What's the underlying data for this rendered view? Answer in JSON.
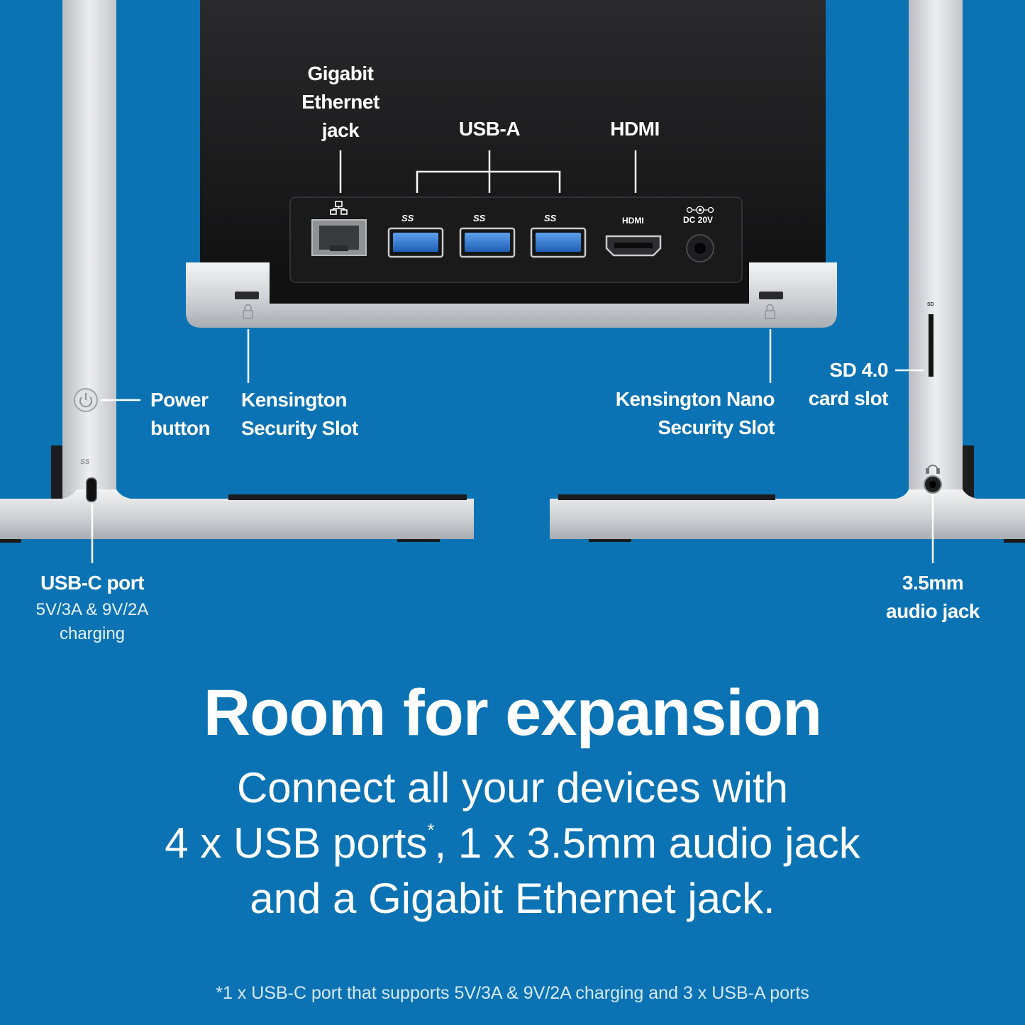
{
  "colors": {
    "background": "#0b73b3",
    "text": "#ffffff",
    "dock_dark": "#1c1c1e",
    "silver": "#d9dcdf",
    "usb_blue": "#2f74c8"
  },
  "labels": {
    "ethernet": [
      "Gigabit",
      "Ethernet",
      "jack"
    ],
    "usb_a": "USB-A",
    "hdmi": "HDMI",
    "power": [
      "Power",
      "button"
    ],
    "kensington": [
      "Kensington",
      "Security Slot"
    ],
    "kensington_nano": [
      "Kensington Nano",
      "Security Slot"
    ],
    "sd": [
      "SD 4.0",
      "card slot"
    ],
    "usb_c": "USB-C port",
    "usb_c_sub": [
      "5V/3A & 9V/2A",
      "charging"
    ],
    "audio": [
      "3.5mm",
      "audio jack"
    ]
  },
  "port_marks": {
    "usb_ss": "SS",
    "hdmi": "HDMI",
    "dc": "DC 20V",
    "sd": "SD"
  },
  "headline": "Room for expansion",
  "body": {
    "line1": "Connect all your devices with",
    "line2_a": "4 x USB ports",
    "line2_sup": "*",
    "line2_b": ", 1 x 3.5mm audio jack",
    "line3": "and a Gigabit Ethernet jack."
  },
  "footnote": "*1 x USB-C port that supports 5V/3A & 9V/2A charging and 3 x USB-A ports",
  "icons": [
    "network-icon",
    "usb-superspeed-icon",
    "power-icon",
    "lock-icon",
    "headphones-icon",
    "dc-polarity-icon"
  ]
}
